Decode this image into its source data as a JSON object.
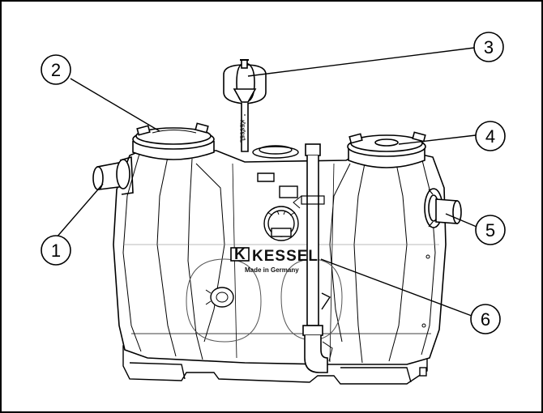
{
  "brand": {
    "logo_letter": "K",
    "name": "KESSEL",
    "tagline": "Made in Germany"
  },
  "probe": {
    "marking": "KESSEL"
  },
  "callouts": [
    {
      "number": "1"
    },
    {
      "number": "2"
    },
    {
      "number": "3"
    },
    {
      "number": "4"
    },
    {
      "number": "5"
    },
    {
      "number": "6"
    }
  ],
  "colors": {
    "line": "#000000",
    "fill": "#ffffff",
    "shade": "#efefef"
  }
}
